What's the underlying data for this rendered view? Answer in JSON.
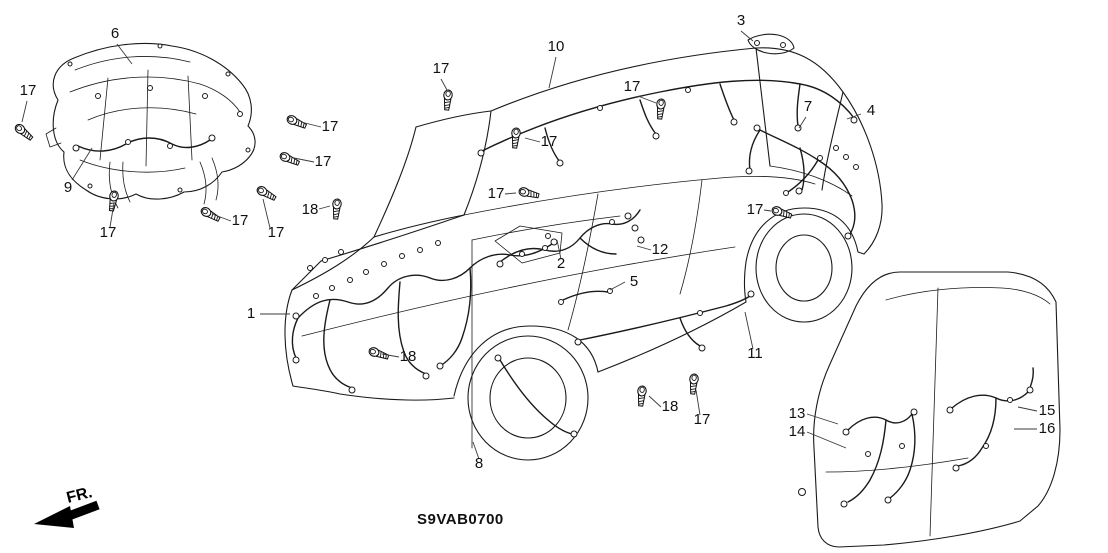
{
  "diagram": {
    "code": "S9VAB0700",
    "front_label": "FR."
  },
  "colors": {
    "line": "#1a1a1a",
    "text": "#111111",
    "background": "#ffffff"
  },
  "callouts": [
    {
      "label": "6"
    },
    {
      "label": "17"
    },
    {
      "label": "9"
    },
    {
      "label": "17"
    },
    {
      "label": "17"
    },
    {
      "label": "17"
    },
    {
      "label": "17"
    },
    {
      "label": "17"
    },
    {
      "label": "18"
    },
    {
      "label": "17"
    },
    {
      "label": "10"
    },
    {
      "label": "3"
    },
    {
      "label": "17"
    },
    {
      "label": "7"
    },
    {
      "label": "4"
    },
    {
      "label": "17"
    },
    {
      "label": "17"
    },
    {
      "label": "17"
    },
    {
      "label": "12"
    },
    {
      "label": "2"
    },
    {
      "label": "5"
    },
    {
      "label": "1"
    },
    {
      "label": "18"
    },
    {
      "label": "11"
    },
    {
      "label": "18"
    },
    {
      "label": "17"
    },
    {
      "label": "8"
    },
    {
      "label": "13"
    },
    {
      "label": "14"
    },
    {
      "label": "15"
    },
    {
      "label": "16"
    }
  ]
}
